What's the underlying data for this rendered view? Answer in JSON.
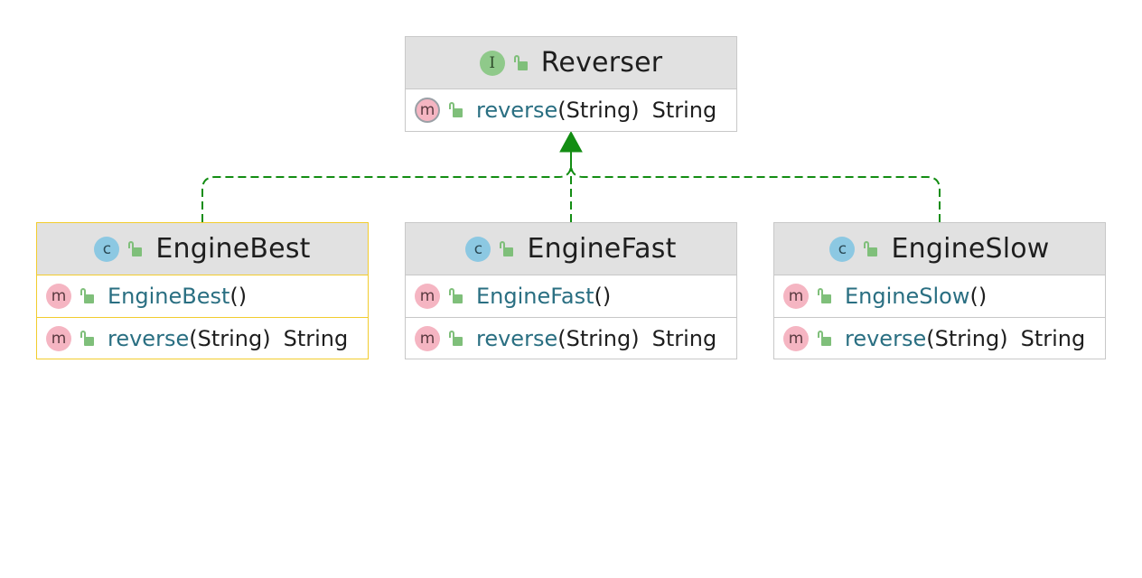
{
  "colors": {
    "realization_edge": "#138d13",
    "selected_border": "#f2cc2e",
    "header_bg": "#e1e1e1",
    "member_name": "#2a6f82"
  },
  "nodes": {
    "reverser": {
      "kind_glyph": "I",
      "kind_icon": "interface-icon",
      "title": "Reverser",
      "members": [
        {
          "glyph": "m",
          "name": "reverse",
          "sig": "(String)",
          "ret": "String",
          "abstract": true
        }
      ]
    },
    "engine_best": {
      "kind_glyph": "c",
      "kind_icon": "class-icon",
      "title": "EngineBest",
      "selected": true,
      "members": [
        {
          "glyph": "m",
          "name": "EngineBest",
          "sig": "()",
          "ret": ""
        },
        {
          "glyph": "m",
          "name": "reverse",
          "sig": "(String)",
          "ret": "String"
        }
      ]
    },
    "engine_fast": {
      "kind_glyph": "c",
      "kind_icon": "class-icon",
      "title": "EngineFast",
      "members": [
        {
          "glyph": "m",
          "name": "EngineFast",
          "sig": "()",
          "ret": ""
        },
        {
          "glyph": "m",
          "name": "reverse",
          "sig": "(String)",
          "ret": "String"
        }
      ]
    },
    "engine_slow": {
      "kind_glyph": "c",
      "kind_icon": "class-icon",
      "title": "EngineSlow",
      "members": [
        {
          "glyph": "m",
          "name": "EngineSlow",
          "sig": "()",
          "ret": ""
        },
        {
          "glyph": "m",
          "name": "reverse",
          "sig": "(String)",
          "ret": "String"
        }
      ]
    }
  },
  "edges": [
    {
      "from": "engine_best",
      "to": "reverser",
      "type": "realization"
    },
    {
      "from": "engine_fast",
      "to": "reverser",
      "type": "realization"
    },
    {
      "from": "engine_slow",
      "to": "reverser",
      "type": "realization"
    }
  ]
}
